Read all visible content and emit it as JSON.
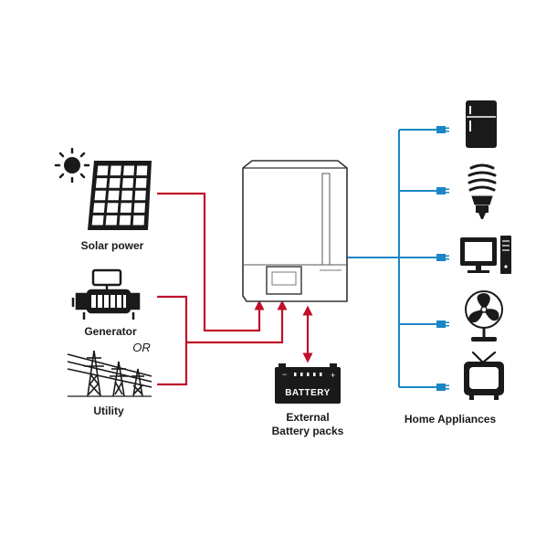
{
  "colors": {
    "source_line": "#c0102a",
    "load_line": "#1a86c6",
    "icon": "#1a1a1a",
    "inverter_body": "#ffffff",
    "inverter_outline": "#333333"
  },
  "sources": {
    "solar": {
      "label": "Solar power",
      "icon": "solar-panel-icon"
    },
    "generator": {
      "label": "Generator",
      "icon": "generator-icon"
    },
    "or_text": "OR",
    "utility": {
      "label": "Utility",
      "icon": "power-tower-icon"
    }
  },
  "battery": {
    "panel_text": "BATTERY",
    "label_line1": "External",
    "label_line2": "Battery packs",
    "icon": "battery-icon"
  },
  "loads": {
    "label": "Home Appliances",
    "items": [
      {
        "icon": "refrigerator-icon"
      },
      {
        "icon": "light-bulb-icon"
      },
      {
        "icon": "computer-icon"
      },
      {
        "icon": "fan-icon"
      },
      {
        "icon": "tv-icon"
      }
    ]
  },
  "inverter": {
    "icon": "inverter-icon"
  }
}
